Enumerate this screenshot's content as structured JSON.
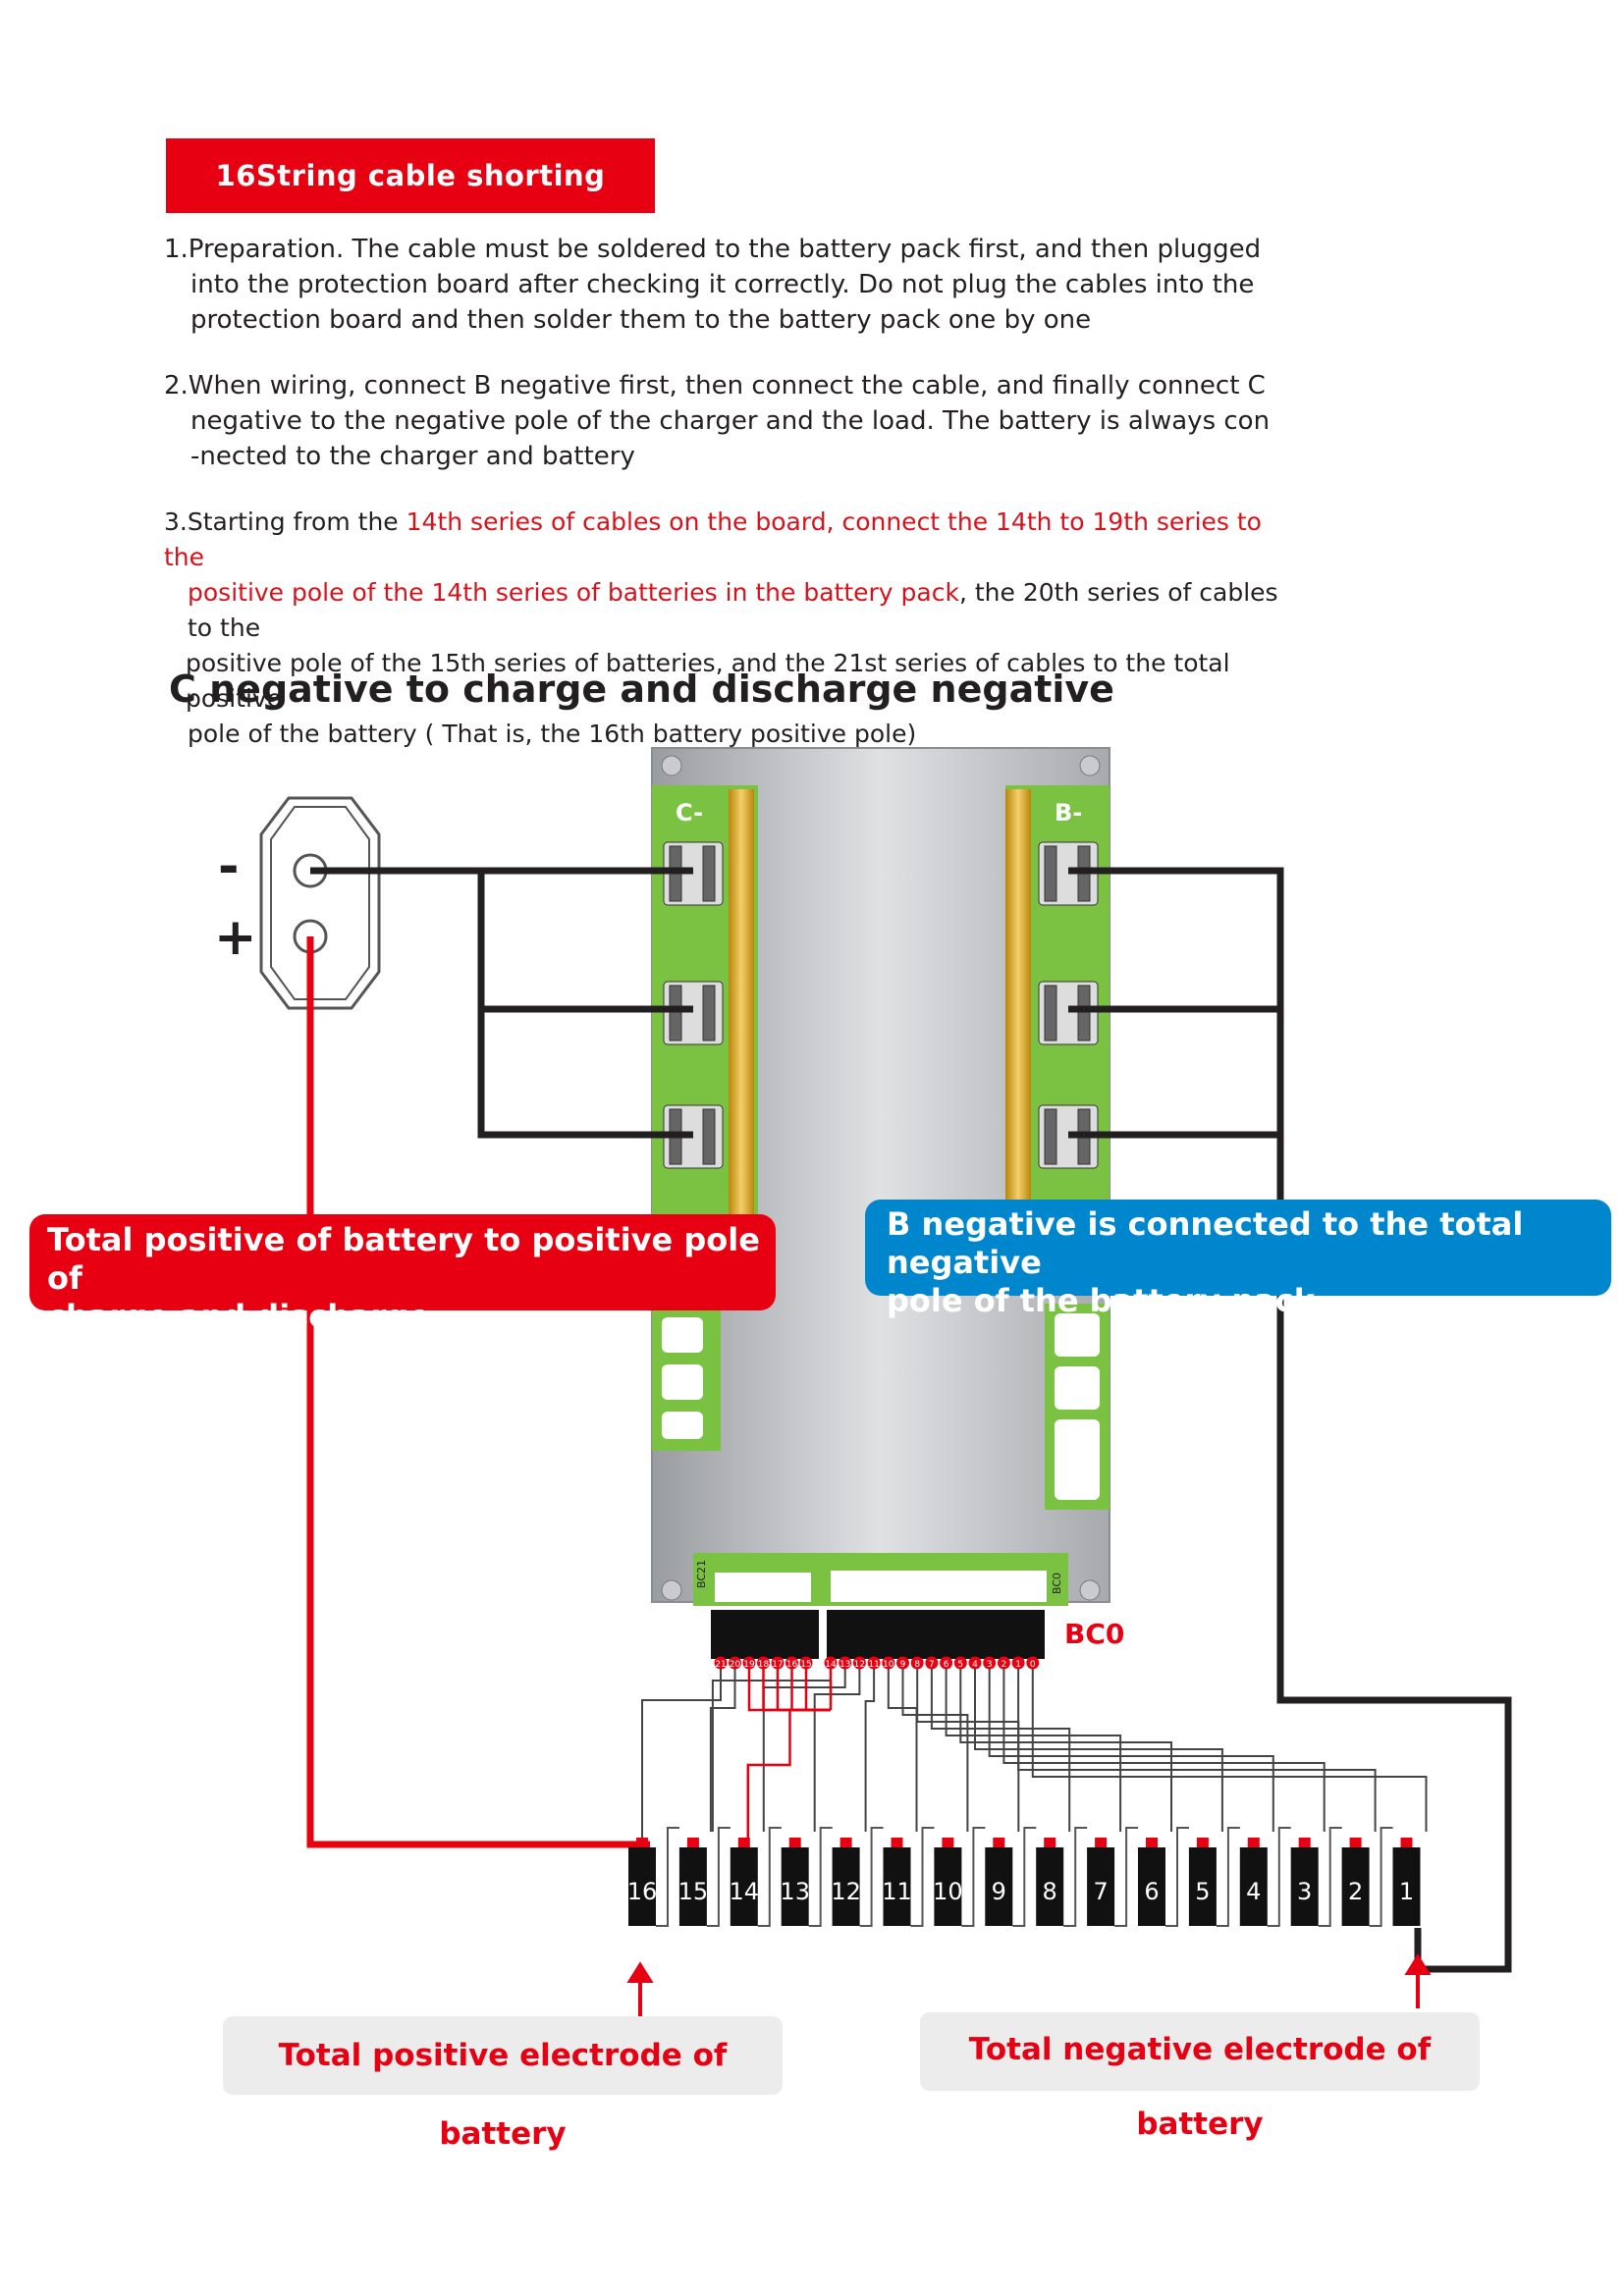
{
  "title": "16String cable shorting method",
  "steps": [
    {
      "lines": [
        "1.Preparation. The cable must be soldered to the battery pack first, and then plugged",
        "into the protection board after checking it correctly. Do not plug the cables into the",
        "protection board and then solder them to the battery pack one by one"
      ]
    },
    {
      "lines": [
        "2.When wiring, connect B negative first, then connect the cable, and finally connect C",
        "negative to the negative pole of the charger and the load. The battery is always con",
        "-nected to the charger and battery"
      ]
    },
    {
      "line1_black": "3.Starting from the ",
      "line1_red": "14th series of cables on the board, connect the 14th to 19th series to the",
      "line2_red": "positive pole of the 14th series of batteries in the battery pack",
      "line2_black": ", the 20th series of cables to the",
      "line3": "positive pole of the 15th series of batteries, and the 21st series of cables to the total positive",
      "line4": "pole of the battery ( That is, the 16th battery positive pole)"
    }
  ],
  "diagram_heading": "C negative to charge and discharge negative",
  "diagram": {
    "plug_minus": "-",
    "plug_plus": "+",
    "c_minus_label": "C-",
    "b_minus_label": "B-",
    "board_label_left": "BC21",
    "board_label_right": "BC0",
    "connector_label": "BC0",
    "pin_numbers": [
      "21",
      "20",
      "19",
      "18",
      "17",
      "16",
      "15",
      "14",
      "13",
      "12",
      "11",
      "10",
      "9",
      "8",
      "7",
      "6",
      "5",
      "4",
      "3",
      "2",
      "1",
      "0"
    ],
    "cell_numbers": [
      "16",
      "15",
      "14",
      "13",
      "12",
      "11",
      "10",
      "9",
      "8",
      "7",
      "6",
      "5",
      "4",
      "3",
      "2",
      "1"
    ]
  },
  "callout_positive": {
    "line1": "Total positive of battery to positive pole of",
    "line2": "charge and discharge"
  },
  "callout_negative": {
    "line1": "B negative is connected to the total negative",
    "line2": "pole of the battery pack"
  },
  "label_total_positive": "Total positive electrode of battery",
  "label_total_negative": "Total negative electrode of battery",
  "colors": {
    "red": "#e60012",
    "blue": "#0086cc",
    "board_green": "#7cc242",
    "wire_black": "#231f20"
  }
}
